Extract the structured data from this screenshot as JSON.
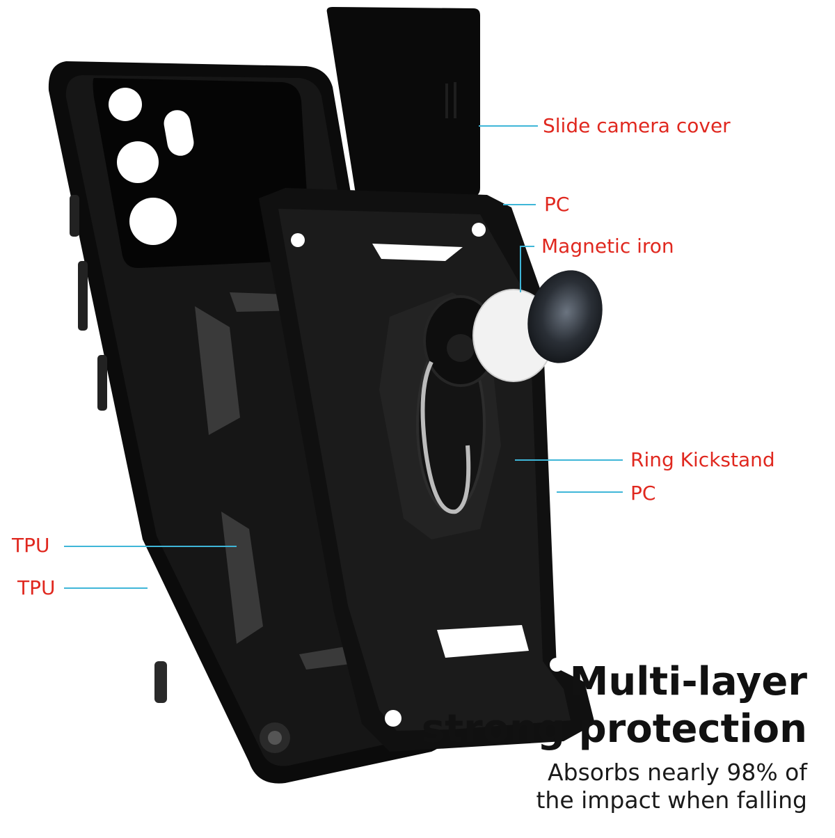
{
  "callouts": {
    "slide_camera_cover": "Slide camera cover",
    "pc_top": "PC",
    "magnetic_iron": "Magnetic iron",
    "ring_kickstand": "Ring Kickstand",
    "pc_middle": "PC",
    "tpu_upper": "TPU",
    "tpu_lower": "TPU"
  },
  "headline": {
    "line1": "Multi-layer",
    "line2": "strong protection"
  },
  "subtext": {
    "line1": "Absorbs nearly 98% of",
    "line2": "the impact when falling"
  },
  "colors": {
    "label_red": "#e0281f",
    "leader_blue": "#3fb6d8",
    "case_black": "#0d0d0d",
    "headline": "#111111"
  }
}
